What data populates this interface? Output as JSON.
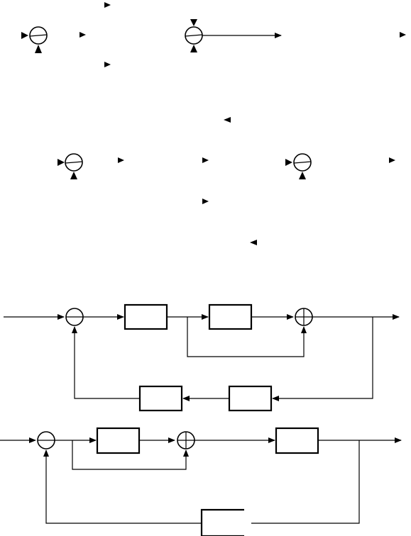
{
  "colors": {
    "ink": "#000000",
    "background": "#ffffff"
  },
  "figure": {
    "top_fragment": {
      "summing_junctions": [
        {
          "id": "s1",
          "minus_mark": true
        },
        {
          "id": "s2",
          "minus_mark": true
        }
      ],
      "row2_summing_junctions": [
        {
          "id": "s3",
          "minus_mark": true
        },
        {
          "id": "s4",
          "minus_mark": true
        }
      ]
    },
    "diagram_a": {
      "blocks": 4,
      "summing_junctions": [
        {
          "id": "a1",
          "sign_mark": "minus"
        },
        {
          "id": "a2",
          "sign_mark": "plus"
        }
      ]
    },
    "diagram_b": {
      "blocks": 3,
      "summing_junctions": [
        {
          "id": "b1",
          "sign_mark": "minus"
        },
        {
          "id": "b2",
          "sign_mark": "plus"
        }
      ]
    }
  }
}
